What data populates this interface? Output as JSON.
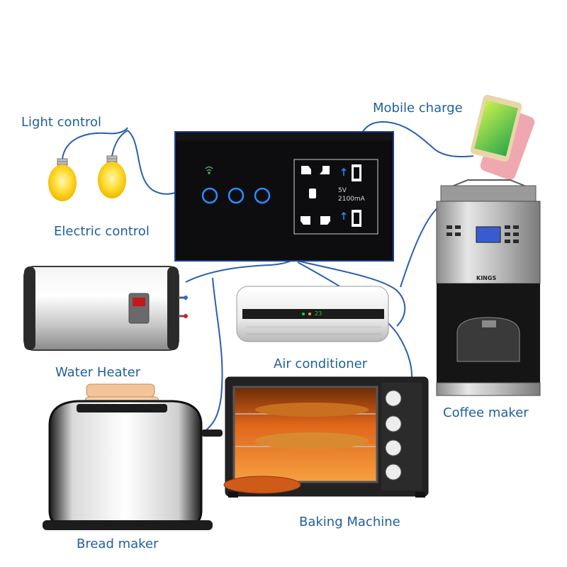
{
  "labels": {
    "light_control": "Light control",
    "electric_control": "Electric control",
    "mobile_charge": "Mobile charge",
    "water_heater": "Water Heater",
    "air_conditioner": "Air conditioner",
    "coffee_maker": "Coffee maker",
    "baking_machine": "Baking Machine",
    "bread_maker": "Bread maker"
  },
  "panel": {
    "usb_voltage": "5V",
    "usb_current": "2100mA",
    "touch_button_count": 3
  },
  "ac_display": "23",
  "coffee_brand": "KINGS",
  "colors": {
    "label_text": "#1f5f9e",
    "wire": "#2a5fb0",
    "panel_glass": "#0d0d0f",
    "panel_frame": "#1d3f8a",
    "touch_ring": "#2d8bff"
  }
}
